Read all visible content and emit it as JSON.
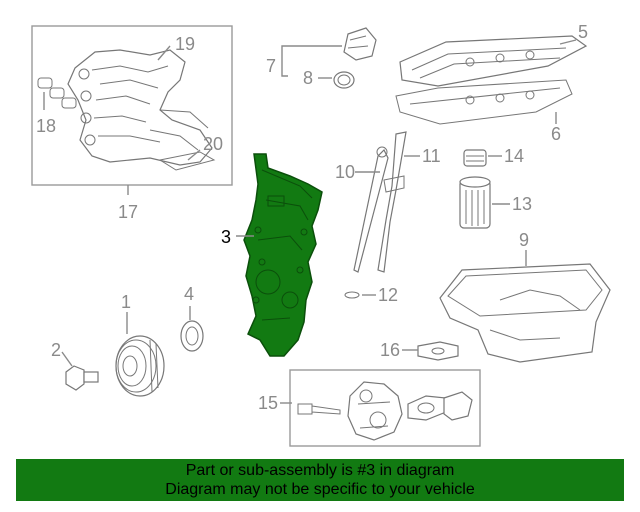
{
  "diagram": {
    "callouts": [
      "1",
      "2",
      "3",
      "4",
      "5",
      "6",
      "7",
      "8",
      "9",
      "10",
      "11",
      "12",
      "13",
      "14",
      "15",
      "16",
      "17",
      "18",
      "19",
      "20"
    ],
    "highlighted_part": "3",
    "highlight_color": "#127a12"
  },
  "banner": {
    "line1": "Part or sub-assembly is #3 in diagram",
    "line2": "Diagram may not be specific to your vehicle",
    "background": "#127a12"
  }
}
